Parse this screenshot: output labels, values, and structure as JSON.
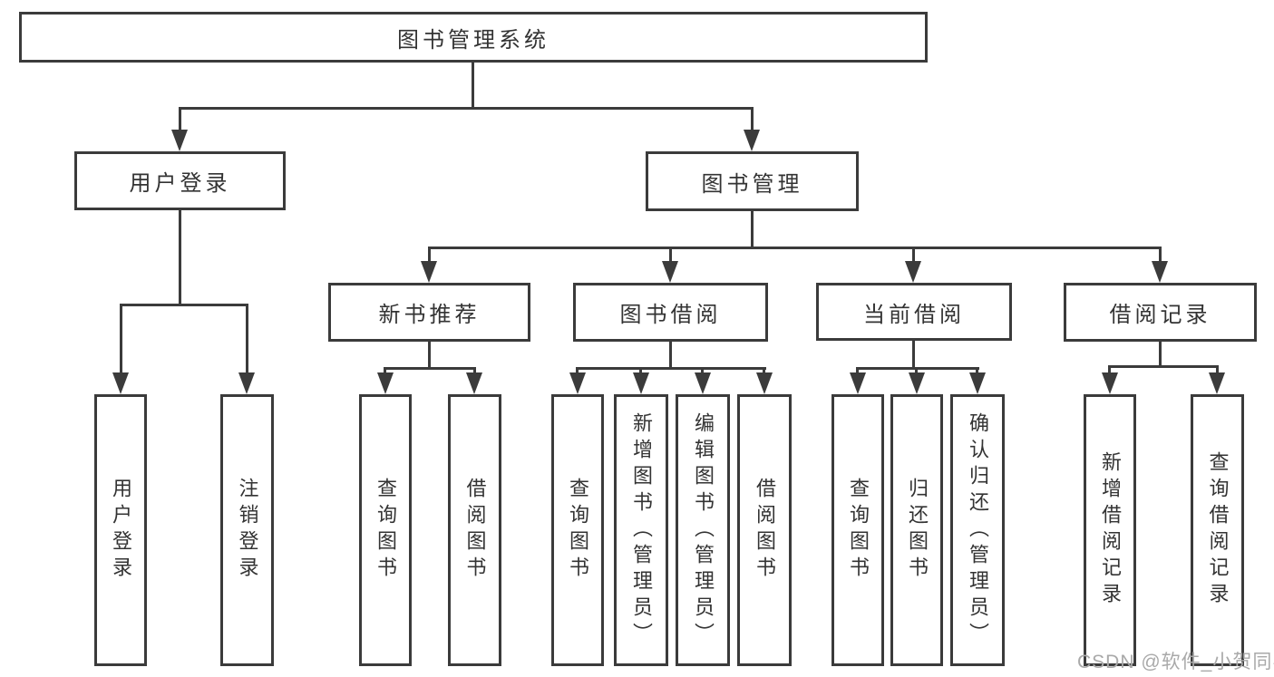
{
  "diagram": {
    "type": "hierarchy-tree",
    "orientation": "top-down",
    "tree": {
      "root": "图书管理系统",
      "branches": [
        {
          "label": "用户登录",
          "children": [
            "用户登录",
            "注销登录"
          ]
        },
        {
          "label": "图书管理",
          "children": [
            {
              "label": "新书推荐",
              "children": [
                "查询图书",
                "借阅图书"
              ]
            },
            {
              "label": "图书借阅",
              "children": [
                "查询图书",
                "新增图书（管理员）",
                "编辑图书（管理员）",
                "借阅图书"
              ]
            },
            {
              "label": "当前借阅",
              "children": [
                "查询图书",
                "归还图书",
                "确认归还（管理员）"
              ]
            },
            {
              "label": "借阅记录",
              "children": [
                "新增借阅记录",
                "查询借阅记录"
              ]
            }
          ]
        }
      ]
    },
    "colors": {
      "line": "#3b3b3b",
      "box_border": "#3b3b3b",
      "text": "#333333",
      "background": "#ffffff",
      "watermark_text_color": "#a9a9a9"
    }
  },
  "watermark": "CSDN @软件_小贺同学"
}
